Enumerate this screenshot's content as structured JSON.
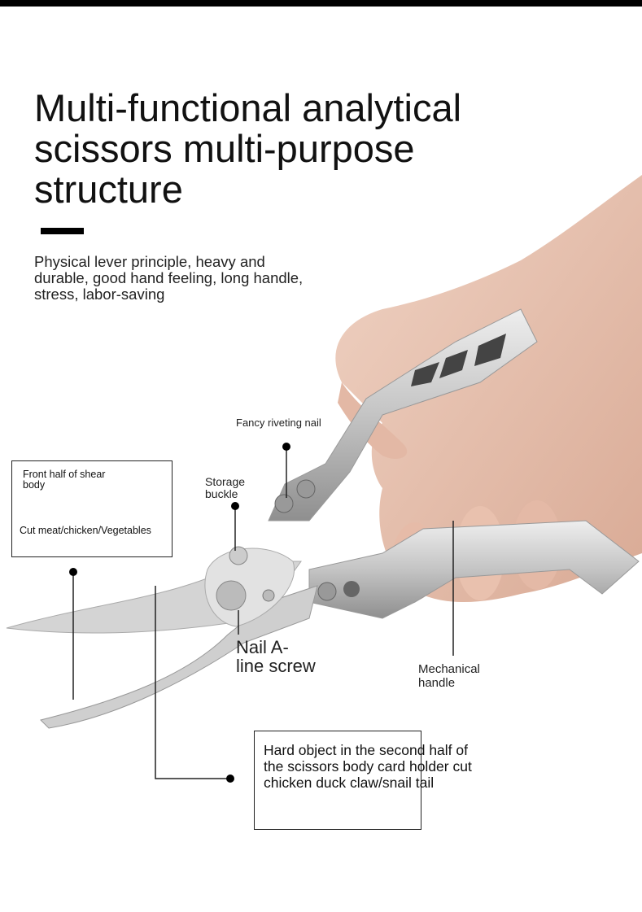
{
  "title": [
    "Multi-functional analytical",
    "scissors multi-purpose",
    "structure"
  ],
  "description": "Physical lever principle, heavy and durable, good hand feeling, long handle, stress, labor-saving",
  "callouts": {
    "riveting_nail": "Fancy riveting nail",
    "storage_buckle": [
      "Storage",
      "buckle"
    ],
    "front_half": {
      "heading": [
        "Front half of shear",
        "body"
      ],
      "text": "Cut meat/chicken/Vegetables"
    },
    "nail_screw": [
      "Nail A-",
      "line screw"
    ],
    "mechanical_handle": [
      "Mechanical",
      "handle"
    ],
    "second_half": "Hard object in the second half of the scissors body card holder cut chicken duck claw/snail tail"
  },
  "colors": {
    "skin": "#e9c6b4",
    "steel": "#c9c9c9",
    "text": "#111111"
  }
}
